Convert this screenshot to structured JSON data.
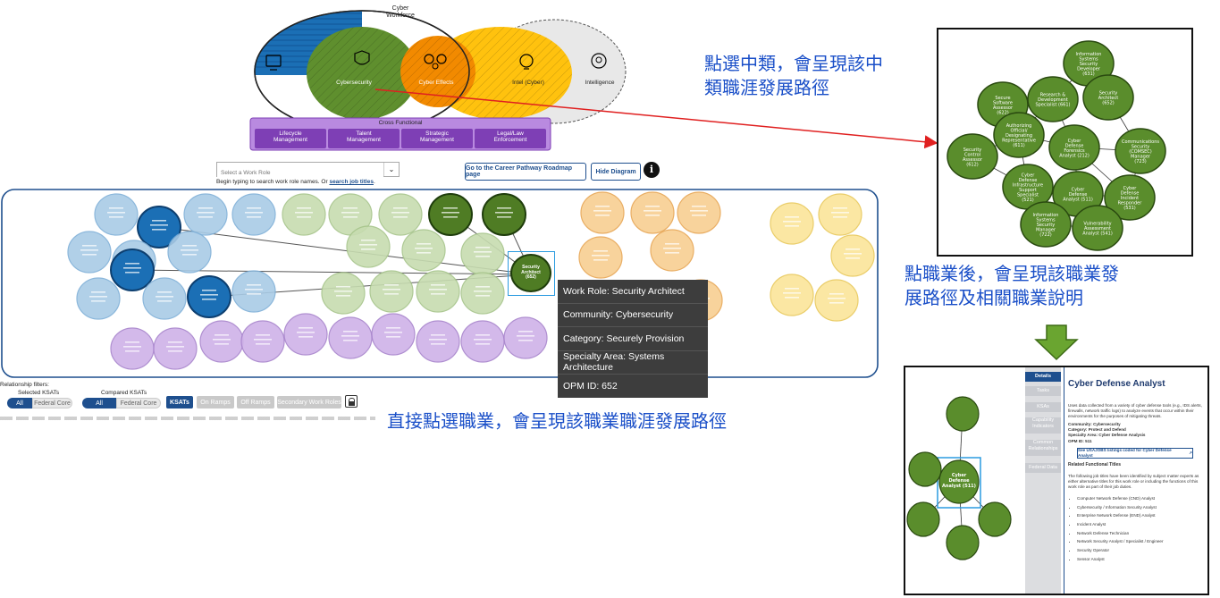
{
  "venn": {
    "cyber_workforce": "Cyber\nWorkforce",
    "it": "IT",
    "cybersecurity": "Cybersecurity",
    "cyber_effects": "Cyber Effects",
    "intel_cyber": "Intel (Cyber)",
    "intelligence": "Intelligence",
    "cross_functional": "Cross Functional",
    "functions": [
      "Lifecycle\nManagement",
      "Talent\nManagement",
      "Strategic\nManagement",
      "Legal/Law\nEnforcement"
    ]
  },
  "search": {
    "placeholder": "Select a Work Role",
    "hint_prefix": "Begin typing to search work role names. Or ",
    "hint_link": "search job titles",
    "hint_suffix": "."
  },
  "toolbar": {
    "career_button": "Go to the Career Pathway Roadmap page",
    "hide_button": "Hide Diagram",
    "info_icon": "i"
  },
  "selected_node": "Security\nArchitect\n(652)",
  "tooltip": [
    "Work Role: Security Architect",
    "Community: Cybersecurity",
    "Category: Securely Provision",
    "Specialty Area: Systems Architecture",
    "OPM ID: 652"
  ],
  "filters": {
    "title": "Relationship filters:",
    "selected_ksats": "Selected KSATs",
    "compared_ksats": "Compared KSATs",
    "all": "All",
    "federal_core": "Federal Core",
    "ksats": "KSATs",
    "on_ramps": "On Ramps",
    "off_ramps": "Off Ramps",
    "secondary": "Secondary Work Roles"
  },
  "annotations": {
    "a1": "點選中類，會呈現該中\n類職涯發展路徑",
    "a2": "點職業後，會呈現該職業發\n展路徑及相關職業說明",
    "a3": "直接點選職業，會呈現該職業職涯發展路徑"
  },
  "panel1_nodes": [
    "Information\nSystems\nSecurity\nDeveloper\n(631)",
    "Secure\nSoftware\nAssessor\n(622)",
    "Research &\nDevelopment\nSpecialist (661)",
    "Security\nArchitect\n(652)",
    "Authorizing\nOfficial/\nDesignating\nRepresentative\n(611)",
    "Cyber\nDefense\nForensics\nAnalyst (212)",
    "Communications\nSecurity\n(COMSEC)\nManager\n(723)",
    "Security\nControl\nAssessor\n(612)",
    "Cyber\nDefense\nInfrastructure\nSupport\nSpecialist\n(521)",
    "Cyber\nDefense\nAnalyst (511)",
    "Cyber\nDefense\nIncident\nResponder\n(531)",
    "Information\nSystems\nSecurity\nManager\n(722)",
    "Vulnerability\nAssessment\nAnalyst (541)"
  ],
  "details": {
    "tabs": [
      "Details",
      "Tasks",
      "KSAs",
      "Capability\nIndicators",
      "Common\nRelationships",
      "Federal Data"
    ],
    "title": "Cyber Defense Analyst",
    "description": "Uses data collected from a variety of cyber defense tools (e.g., IDS alerts, firewalls, network traffic logs) to analyze events that occur within their environments for the purposes of mitigating threats.",
    "community": "Community: Cybersecurity",
    "category": "Category: Protect and Defend",
    "specialty": "Specialty Area: Cyber Defense Analysis",
    "opm": "OPM ID: 511",
    "usajobs": "See USAJOBS listings coded for Cyber Defense Analyst",
    "related_heading": "Related Functional Titles",
    "related_intro": "The following job titles have been identified by subject matter experts as either alternative titles for this work role or including the functions of this work role as part of their job duties.",
    "titles": [
      "Computer Network Defense (CND) Analyst",
      "Cybersecurity / Information Security Analyst",
      "Enterprise Network Defense (END) Analyst",
      "Incident Analyst",
      "Network Defense Technician",
      "Network Security Analyst / Specialist / Engineer",
      "Security Operator",
      "Sensor Analyst"
    ],
    "center_node": "Cyber\nDefense\nAnalyst (511)"
  },
  "colors": {
    "blue": "#1b6fb5",
    "green": "#5f8f2e",
    "orange": "#f28a00",
    "yellow": "#ffc20e",
    "purple": "#9b59d0",
    "annotation": "#1a4fc8",
    "arrow": "#e02020",
    "down_arrow": "#6aa530"
  }
}
